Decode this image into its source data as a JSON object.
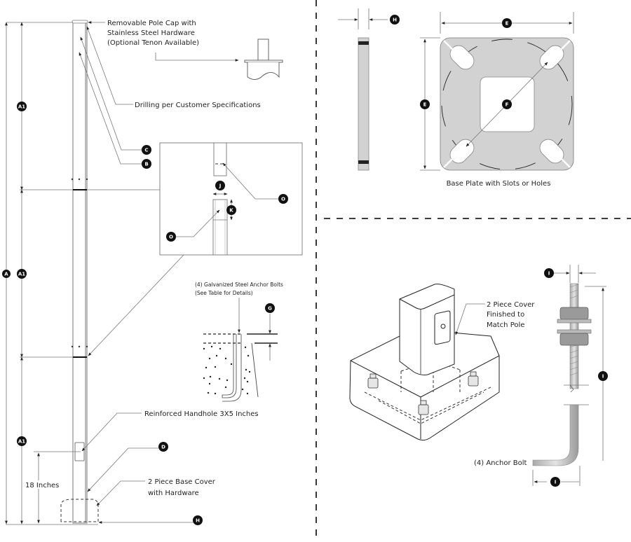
{
  "pole_elevation": {
    "cap_label": [
      "Removable Pole Cap with",
      "Stainless Steel Hardware",
      "(Optional Tenon Available)"
    ],
    "drilling_label": "Drilling per Customer Specifications",
    "handhole_label": "Reinforced Handhole 3X5 Inches",
    "handhole_height_label": "18 Inches",
    "base_cover_label": [
      "2 Piece Base Cover",
      "with Hardware"
    ],
    "badges": {
      "overall_height": "A",
      "section_height": "A1",
      "b": "B",
      "c": "C",
      "d": "D",
      "h": "H"
    }
  },
  "splice_detail": {
    "badges": {
      "j": "J",
      "k": "K",
      "o": "O"
    }
  },
  "anchor_detail": {
    "label": [
      "(4) Galvanized Steel Anchor Bolts",
      "(See Table for Details)"
    ],
    "badge": "G"
  },
  "base_plate": {
    "caption": "Base Plate with Slots or Holes",
    "badges": {
      "thickness": "H",
      "width": "E",
      "height": "E",
      "bolt_circle": "F"
    },
    "colors": {
      "plate_fill": "#d2d2d2",
      "outline": "#666666"
    }
  },
  "base_cover_iso": {
    "label": [
      "2 Piece Cover",
      "Finished to",
      "Match Pole"
    ]
  },
  "anchor_bolt": {
    "label": "(4) Anchor Bolt",
    "badges": {
      "diameter": "I",
      "length": "I",
      "hook": "I"
    }
  }
}
